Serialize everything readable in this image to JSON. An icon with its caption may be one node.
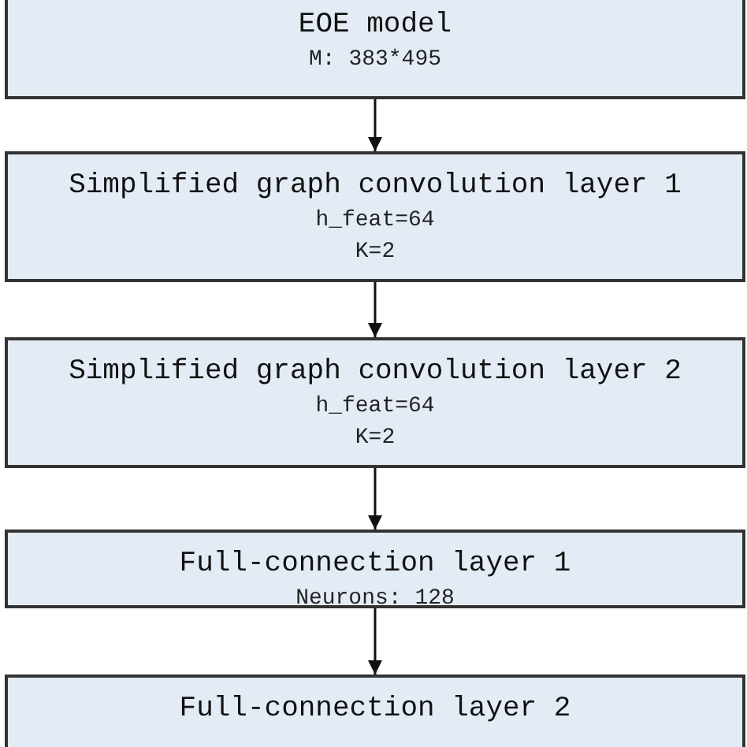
{
  "diagram": {
    "nodes": [
      {
        "text": [
          "EOE model",
          "M: 383*495"
        ]
      },
      {
        "text": [
          "Simplified graph convolution layer 1",
          "h_feat=64",
          "K=2"
        ]
      },
      {
        "text": [
          "Simplified graph convolution layer 2",
          "h_feat=64",
          "K=2"
        ]
      },
      {
        "text": [
          "Full-connection layer 1",
          "Neurons: 128"
        ]
      },
      {
        "text": [
          "Full-connection layer 2"
        ]
      }
    ],
    "edges": [
      {
        "from": 0,
        "to": 1,
        "arrow": "to"
      },
      {
        "from": 1,
        "to": 2,
        "arrow": "to"
      },
      {
        "from": 2,
        "to": 3,
        "arrow": "to"
      },
      {
        "from": 3,
        "to": 4,
        "arrow": "to"
      }
    ]
  }
}
